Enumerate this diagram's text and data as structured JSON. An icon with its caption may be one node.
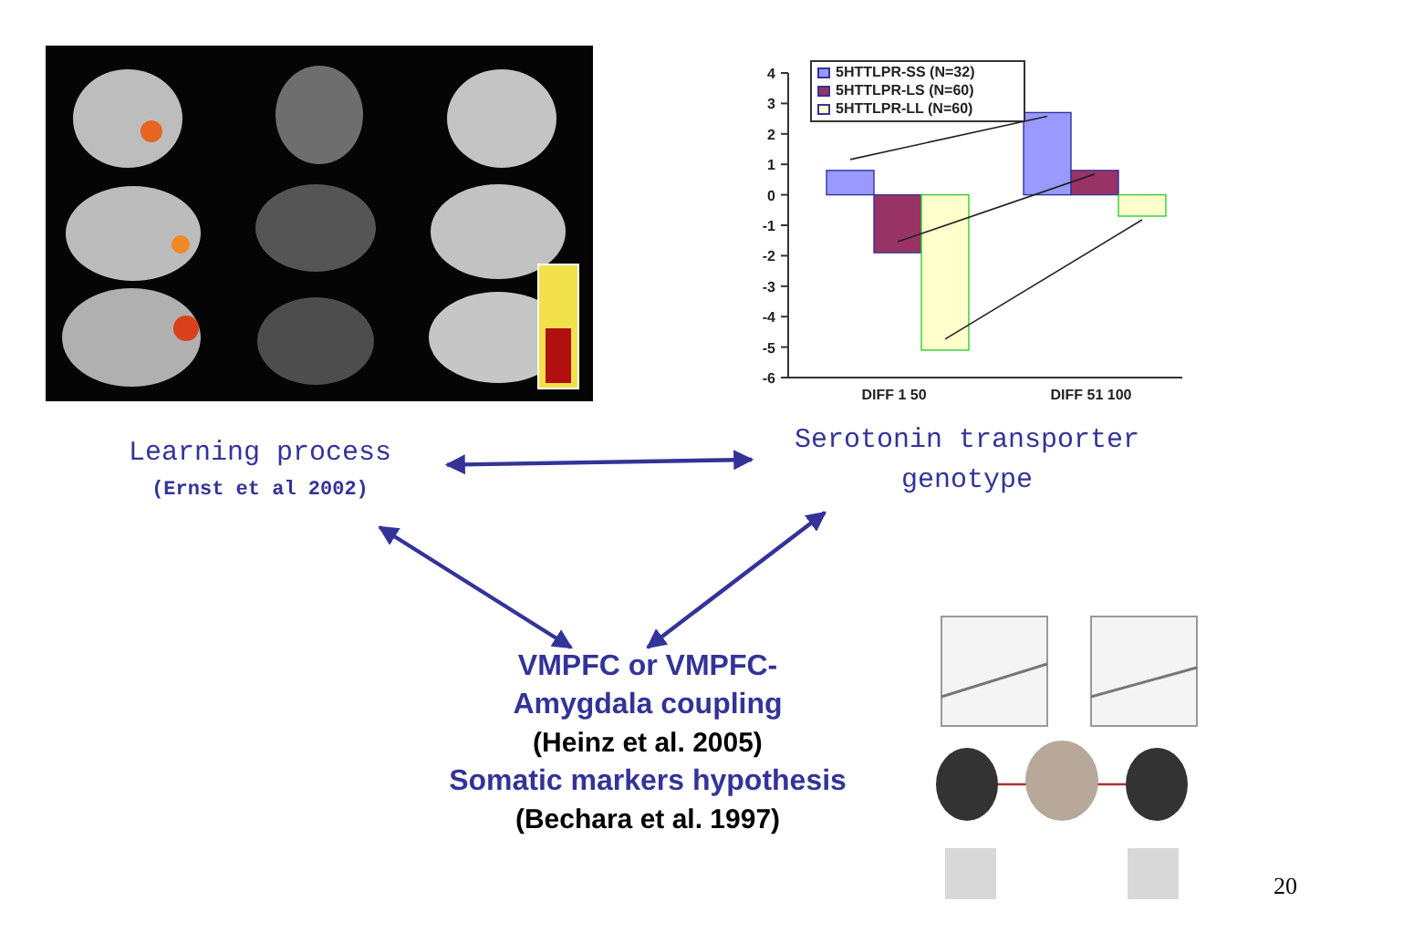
{
  "diagram": {
    "nodes": [
      {
        "text": [
          "Learning process",
          "(Ernst et al 2002)"
        ]
      },
      {
        "text": [
          "Serotonin transporter genotype"
        ]
      },
      {
        "text": [
          "VMPFC or VMPFC-Amygdala coupling",
          "(Heinz et al. 2005)",
          "Somatic markers hypothesis",
          "(Bechara et al. 1997)"
        ]
      }
    ],
    "edges": [
      {
        "from": 0,
        "to": 1,
        "arrow": "both"
      },
      {
        "from": 0,
        "to": 2,
        "arrow": "both"
      },
      {
        "from": 1,
        "to": 2,
        "arrow": "both"
      }
    ],
    "labels": [
      "20"
    ],
    "chart_data": {
      "type": "bar",
      "categories": [
        "DIFF 1 50",
        "DIFF 51 100"
      ],
      "ylim": [
        -6,
        4
      ],
      "yticks": [
        -6,
        -5,
        -4,
        -3,
        -2,
        -1,
        0,
        1,
        2,
        3,
        4
      ],
      "series": [
        {
          "name": "5HTTLPR-SS (N=32)",
          "color": "#9999ff",
          "values": [
            0.8,
            2.7
          ]
        },
        {
          "name": "5HTTLPR-LS (N=60)",
          "color": "#993366",
          "values": [
            -1.9,
            0.8
          ]
        },
        {
          "name": "5HTTLPR-LL (N=60)",
          "color": "#ffffcc",
          "values": [
            -5.1,
            -0.7
          ]
        }
      ],
      "legend": "upper left"
    }
  }
}
